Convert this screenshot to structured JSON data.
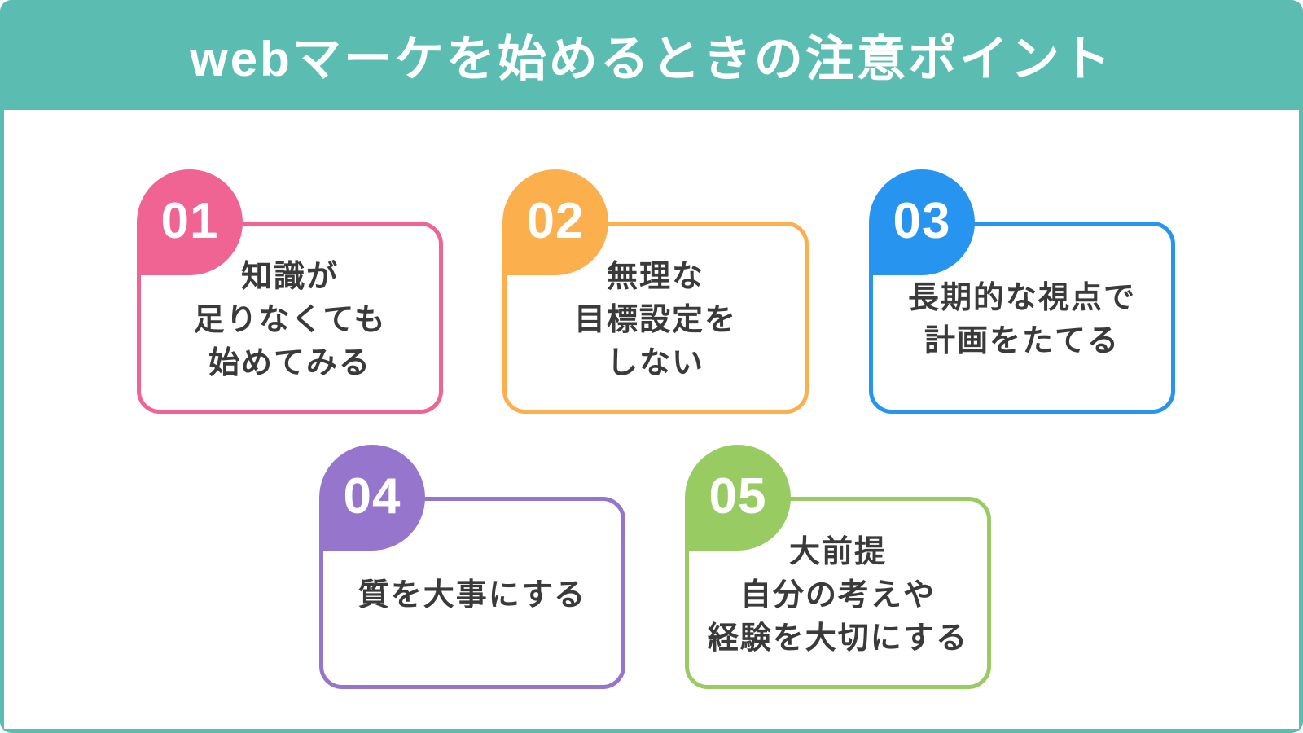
{
  "theme": {
    "frame_teal": "#5BBDB2",
    "content_bg": "#FFFFFF",
    "title_color": "#FFFFFF",
    "number_color": "#FFFFFF",
    "card_text": "#3A3A3A"
  },
  "header": {
    "title": "webマーケを始めるときの注意ポイント"
  },
  "cards": [
    {
      "number": "01",
      "color": "#EF6492",
      "lines": [
        "知識が",
        "足りなくても",
        "始めてみる"
      ]
    },
    {
      "number": "02",
      "color": "#FBAF4D",
      "lines": [
        "無理な",
        "目標設定を",
        "しない"
      ]
    },
    {
      "number": "03",
      "color": "#2795F0",
      "lines": [
        "長期的な視点で",
        "計画をたてる"
      ]
    },
    {
      "number": "04",
      "color": "#9675CD",
      "lines": [
        "質を大事にする"
      ]
    },
    {
      "number": "05",
      "color": "#99CB63",
      "lines": [
        "大前提",
        "自分の考えや",
        "経験を大切にする"
      ]
    }
  ]
}
